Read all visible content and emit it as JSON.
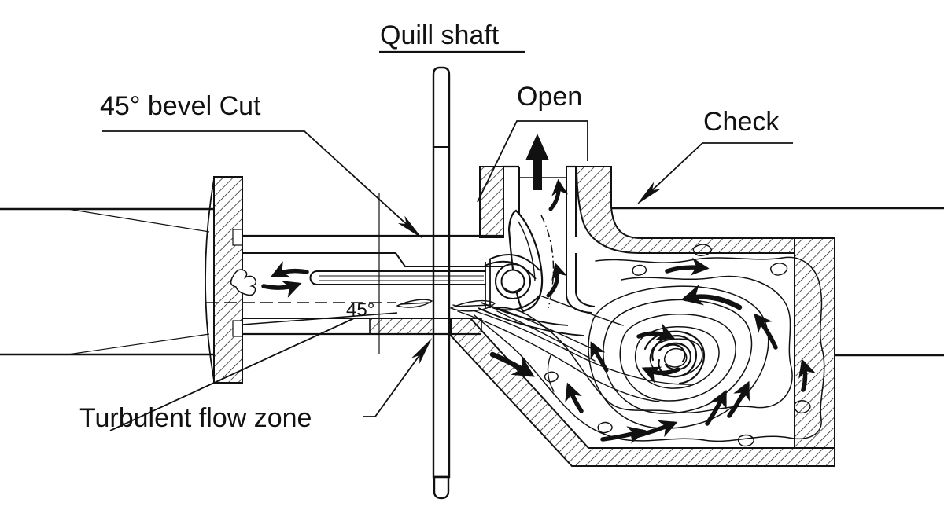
{
  "diagram": {
    "type": "technical-cutaway-drawing",
    "subject": "Check valve with quill shaft and turbulent flow zone",
    "labels": {
      "quill_shaft": "Quill shaft",
      "bevel_cut": "45° bevel Cut",
      "open": "Open",
      "check": "Check",
      "angle": "45°",
      "turbulent": "Turbulent flow zone"
    },
    "colors": {
      "ink": "#111111",
      "background": "#ffffff"
    }
  }
}
